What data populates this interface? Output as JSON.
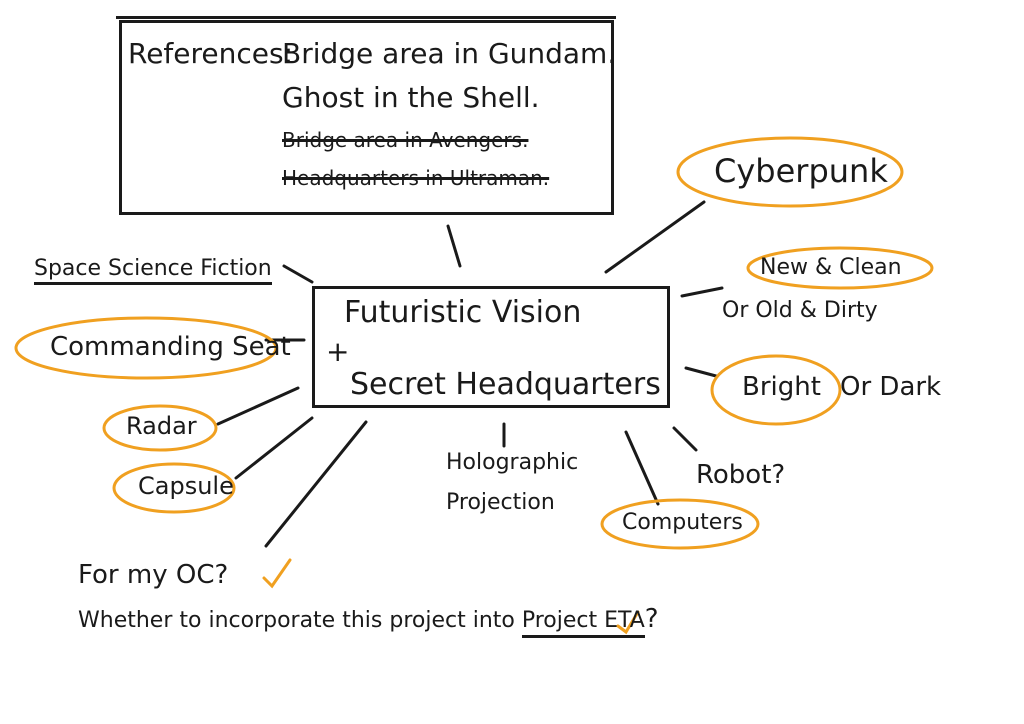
{
  "references": {
    "label": "References:",
    "items": [
      "Bridge area in Gundam.",
      "Ghost in the Shell."
    ],
    "struck_items": [
      "Bridge area in Avengers.",
      "Headquarters in Ultraman."
    ]
  },
  "center": {
    "line1": "Futuristic Vision",
    "plus": "+",
    "line2": "Secret Headquarters"
  },
  "nodes": {
    "space_science_fiction": "Space Science Fiction",
    "commanding_seat": "Commanding Seat",
    "radar": "Radar",
    "capsule": "Capsule",
    "cyberpunk": "Cyberpunk",
    "new_clean": "New & Clean",
    "old_dirty": "Or Old & Dirty",
    "bright": "Bright",
    "or_dark": "Or Dark",
    "robot": "Robot?",
    "computers": "Computers",
    "holographic": "Holographic",
    "projection": "Projection"
  },
  "questions": {
    "for_my_oc": "For my OC?",
    "whether_prefix": "Whether to incorporate this project into",
    "project_eta": "Project ETA",
    "q_mark": "?"
  },
  "colors": {
    "ink": "#1a1a1a",
    "highlight": "#f0a020"
  }
}
